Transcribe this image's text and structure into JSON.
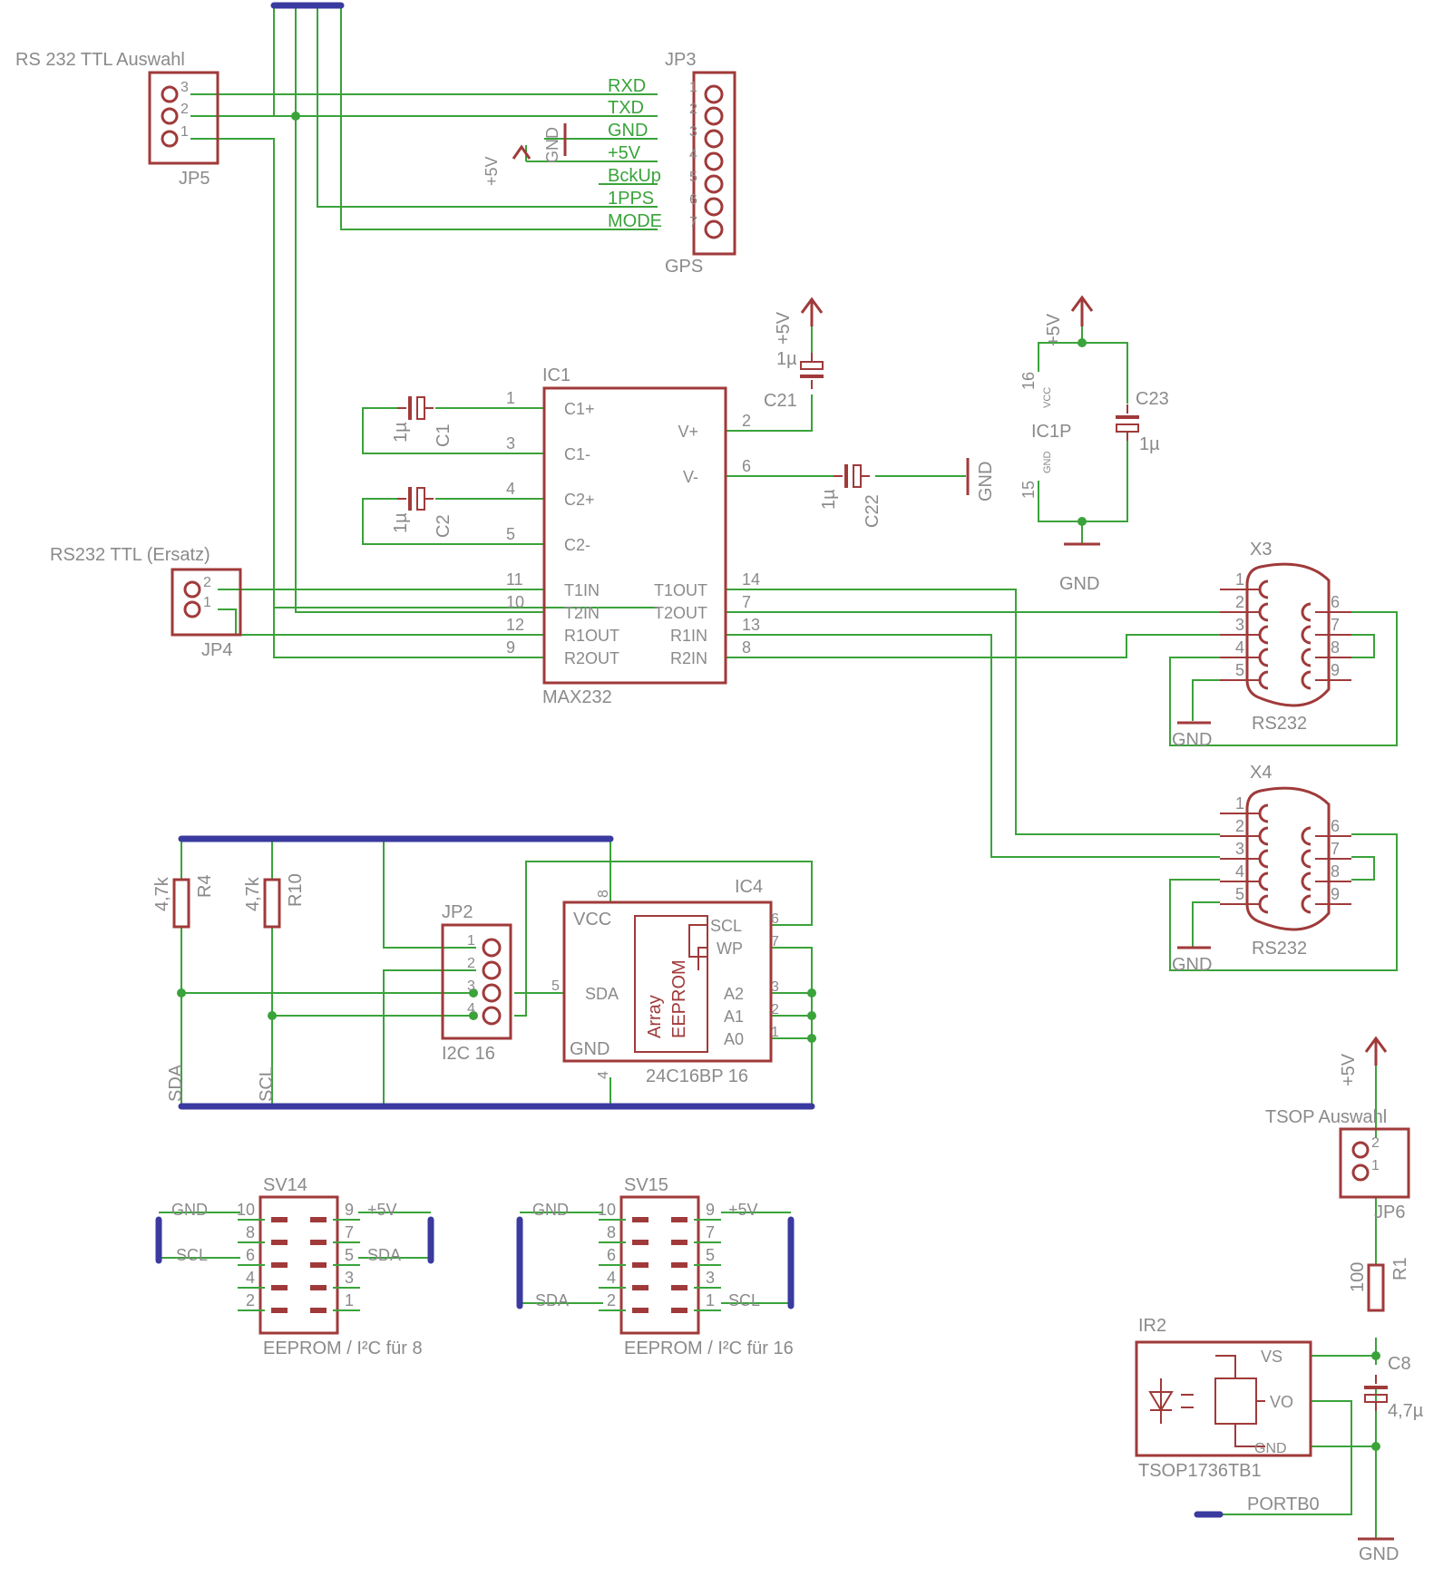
{
  "colors": {
    "wire": "#3aa33a",
    "part": "#a03a3a",
    "bus": "#3a3aa0",
    "label": "#8a8a8a",
    "netlabel": "#3aa33a"
  },
  "gps_connector": {
    "title": "RS 232 TTL Auswahl",
    "jp5": "JP5",
    "jp5_pins": [
      "3",
      "2",
      "1"
    ],
    "jp3": "JP3",
    "jp3_value": "GPS",
    "jp3_pins": [
      "1",
      "2",
      "3",
      "4",
      "5",
      "6",
      "7"
    ],
    "signals": [
      "RXD",
      "TXD",
      "GND",
      "+5V",
      "BckUp",
      "1PPS",
      "MODE"
    ],
    "gnd_symbol": "GND",
    "supply_symbol": "+5V"
  },
  "max232": {
    "name": "IC1",
    "value": "MAX232",
    "left_pins": [
      {
        "num": "1",
        "label": "C1+"
      },
      {
        "num": "3",
        "label": "C1-"
      },
      {
        "num": "4",
        "label": "C2+"
      },
      {
        "num": "5",
        "label": "C2-"
      },
      {
        "num": "11",
        "label": "T1IN"
      },
      {
        "num": "10",
        "label": "T2IN"
      },
      {
        "num": "12",
        "label": "R1OUT"
      },
      {
        "num": "9",
        "label": "R2OUT"
      }
    ],
    "right_pins": [
      {
        "num": "2",
        "label": "V+"
      },
      {
        "num": "6",
        "label": "V-"
      },
      {
        "num": "14",
        "label": "T1OUT"
      },
      {
        "num": "7",
        "label": "T2OUT"
      },
      {
        "num": "13",
        "label": "R1IN"
      },
      {
        "num": "8",
        "label": "R2IN"
      }
    ],
    "caps": [
      {
        "name": "C1",
        "value": "1µ"
      },
      {
        "name": "C2",
        "value": "1µ"
      },
      {
        "name": "C21",
        "value": "1µ"
      },
      {
        "name": "C22",
        "value": "1µ"
      }
    ],
    "supply": "+5V",
    "gnd": "GND"
  },
  "ic1p": {
    "name": "IC1P",
    "vcc_pin": "16",
    "gnd_pin": "15",
    "vcc": "VCC",
    "gnd_small": "GND",
    "supply": "+5V",
    "gnd": "GND",
    "cap": {
      "name": "C23",
      "value": "1µ"
    }
  },
  "jp4": {
    "title": "RS232 TTL (Ersatz)",
    "name": "JP4",
    "pins": [
      "2",
      "1"
    ]
  },
  "x3": {
    "name": "X3",
    "value": "RS232",
    "pins_left": [
      "1",
      "2",
      "3",
      "4",
      "5"
    ],
    "pins_right": [
      "6",
      "7",
      "8",
      "9"
    ],
    "gnd": "GND"
  },
  "x4": {
    "name": "X4",
    "value": "RS232",
    "pins_left": [
      "1",
      "2",
      "3",
      "4",
      "5"
    ],
    "pins_right": [
      "6",
      "7",
      "8",
      "9"
    ],
    "gnd": "GND"
  },
  "eeprom": {
    "r4": {
      "name": "R4",
      "value": "4,7k"
    },
    "r10": {
      "name": "R10",
      "value": "4,7k"
    },
    "sda": "SDA",
    "scl": "SCL",
    "jp2": {
      "name": "JP2",
      "value": "I2C 16",
      "pins": [
        "1",
        "2",
        "3",
        "4"
      ]
    },
    "ic4": {
      "name": "IC4",
      "value": "24C16BP 16",
      "vcc": "VCC",
      "gnd": "GND",
      "sda": "SDA",
      "scl": "SCL",
      "wp": "WP",
      "a2": "A2",
      "a1": "A1",
      "a0": "A0",
      "vcc_pin": "8",
      "gnd_pin": "4",
      "sda_pin": "5",
      "scl_pin": "6",
      "wp_pin": "7",
      "a2_pin": "3",
      "a1_pin": "2",
      "a0_pin": "1",
      "inner": "EEPROM",
      "inner2": "Array"
    }
  },
  "sv14": {
    "name": "SV14",
    "value": "EEPROM / I²C für 8",
    "left_nums": [
      "10",
      "8",
      "6",
      "4",
      "2"
    ],
    "right_nums": [
      "9",
      "7",
      "5",
      "3",
      "1"
    ],
    "left_labels": [
      "GND",
      "",
      "SCL",
      "",
      ""
    ],
    "right_labels": [
      "+5V",
      "",
      "SDA",
      "",
      ""
    ]
  },
  "sv15": {
    "name": "SV15",
    "value": "EEPROM / I²C für 16",
    "left_nums": [
      "10",
      "8",
      "6",
      "4",
      "2"
    ],
    "right_nums": [
      "9",
      "7",
      "5",
      "3",
      "1"
    ],
    "left_labels": [
      "GND",
      "",
      "",
      "",
      "SDA"
    ],
    "right_labels": [
      "+5V",
      "",
      "",
      "",
      "SCL"
    ]
  },
  "tsop": {
    "supply": "+5V",
    "jp6_title": "TSOP Auswahl",
    "jp6": "JP6",
    "jp6_pins": [
      "2",
      "1"
    ],
    "r1": {
      "name": "R1",
      "value": "100"
    },
    "c8": {
      "name": "C8",
      "value": "4,7µ"
    },
    "ir2": "IR2",
    "ir2_value": "TSOP1736TB1",
    "vs": "VS",
    "vo": "VO",
    "gnd_pin": "GND",
    "net": "PORTB0",
    "gnd": "GND"
  }
}
